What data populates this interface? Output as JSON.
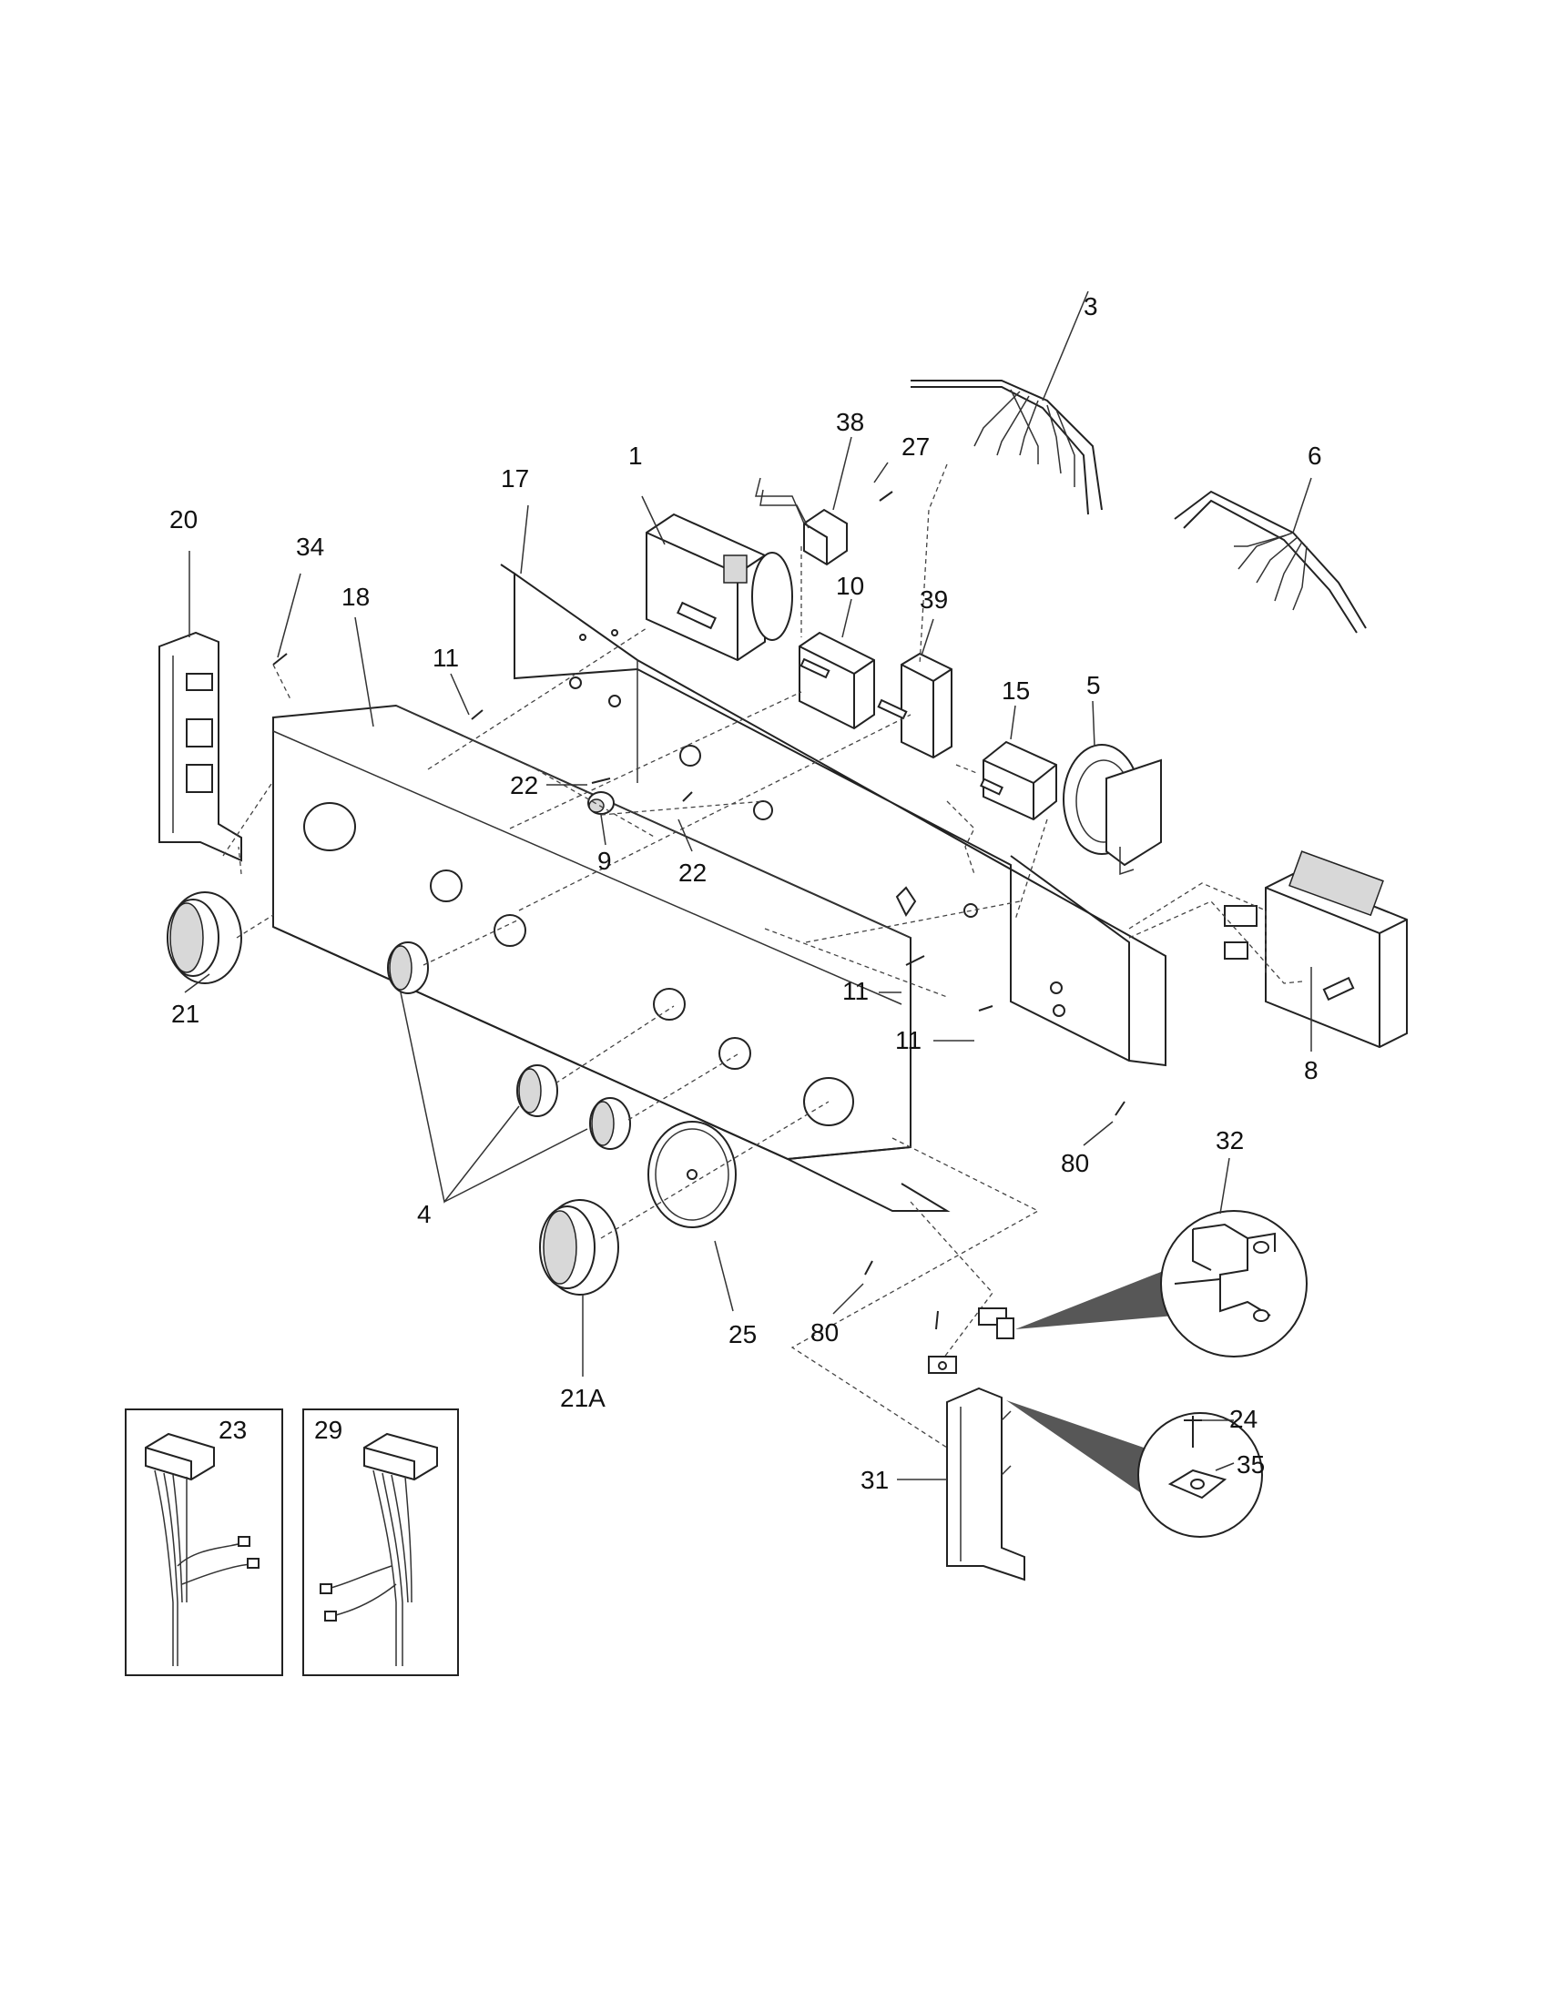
{
  "callouts": {
    "c1": "1",
    "c3": "3",
    "c4": "4",
    "c5": "5",
    "c6": "6",
    "c8": "8",
    "c9": "9",
    "c10": "10",
    "c11a": "11",
    "c11b": "11",
    "c11c": "11",
    "c15": "15",
    "c17": "17",
    "c18": "18",
    "c20": "20",
    "c21": "21",
    "c21a": "21A",
    "c22a": "22",
    "c22b": "22",
    "c23": "23",
    "c24": "24",
    "c25": "25",
    "c27": "27",
    "c29": "29",
    "c31": "31",
    "c32": "32",
    "c34": "34",
    "c35": "35",
    "c38": "38",
    "c39": "39",
    "c80a": "80",
    "c80b": "80"
  },
  "colors": {
    "line": "#222222",
    "paper": "#ffffff",
    "shade": "#d8d8d8"
  }
}
